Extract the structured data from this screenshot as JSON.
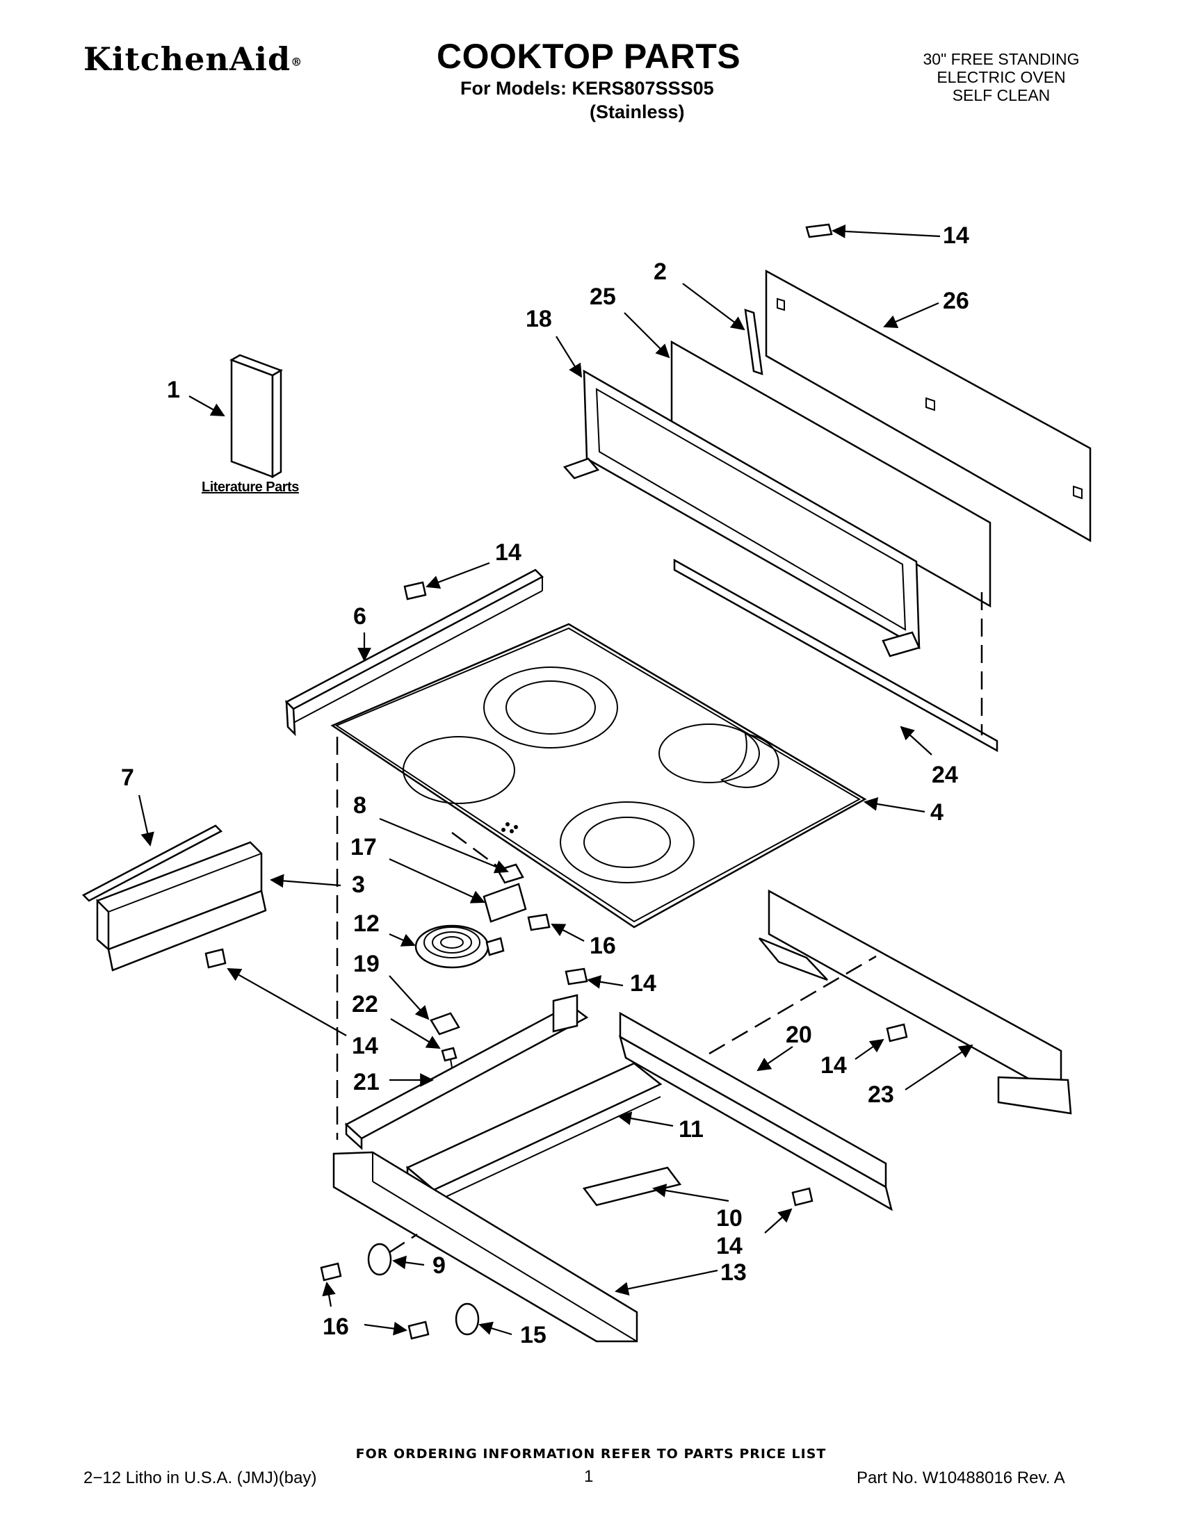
{
  "header": {
    "brand": "KitchenAid",
    "brand_mark": "®",
    "title": "COOKTOP PARTS",
    "models_line": "For Models: KERS807SSS05",
    "variant": "(Stainless)",
    "product_desc": [
      "30\" FREE STANDING",
      "ELECTRIC OVEN",
      "SELF CLEAN"
    ]
  },
  "diagram": {
    "literature_label": "Literature Parts",
    "callouts": [
      {
        "id": "c1",
        "text": "1"
      },
      {
        "id": "c2",
        "text": "2"
      },
      {
        "id": "c25",
        "text": "25"
      },
      {
        "id": "c18",
        "text": "18"
      },
      {
        "id": "c14a",
        "text": "14"
      },
      {
        "id": "c26",
        "text": "26"
      },
      {
        "id": "c14b",
        "text": "14"
      },
      {
        "id": "c6",
        "text": "6"
      },
      {
        "id": "c24",
        "text": "24"
      },
      {
        "id": "c4",
        "text": "4"
      },
      {
        "id": "c7",
        "text": "7"
      },
      {
        "id": "c8",
        "text": "8"
      },
      {
        "id": "c17",
        "text": "17"
      },
      {
        "id": "c3",
        "text": "3"
      },
      {
        "id": "c12",
        "text": "12"
      },
      {
        "id": "c16a",
        "text": "16"
      },
      {
        "id": "c19",
        "text": "19"
      },
      {
        "id": "c14c",
        "text": "14"
      },
      {
        "id": "c22",
        "text": "22"
      },
      {
        "id": "c14d",
        "text": "14"
      },
      {
        "id": "c20",
        "text": "20"
      },
      {
        "id": "c14e",
        "text": "14"
      },
      {
        "id": "c23",
        "text": "23"
      },
      {
        "id": "c21",
        "text": "21"
      },
      {
        "id": "c11",
        "text": "11"
      },
      {
        "id": "c10",
        "text": "10"
      },
      {
        "id": "c14f",
        "text": "14"
      },
      {
        "id": "c9",
        "text": "9"
      },
      {
        "id": "c13",
        "text": "13"
      },
      {
        "id": "c16b",
        "text": "16"
      },
      {
        "id": "c15",
        "text": "15"
      }
    ]
  },
  "footer": {
    "ordering_note": "FOR ORDERING INFORMATION REFER TO PARTS PRICE LIST",
    "litho": "2−12 Litho in U.S.A. (JMJ)(bay)",
    "page_number": "1",
    "part_number": "Part No. W10488016 Rev. A"
  }
}
